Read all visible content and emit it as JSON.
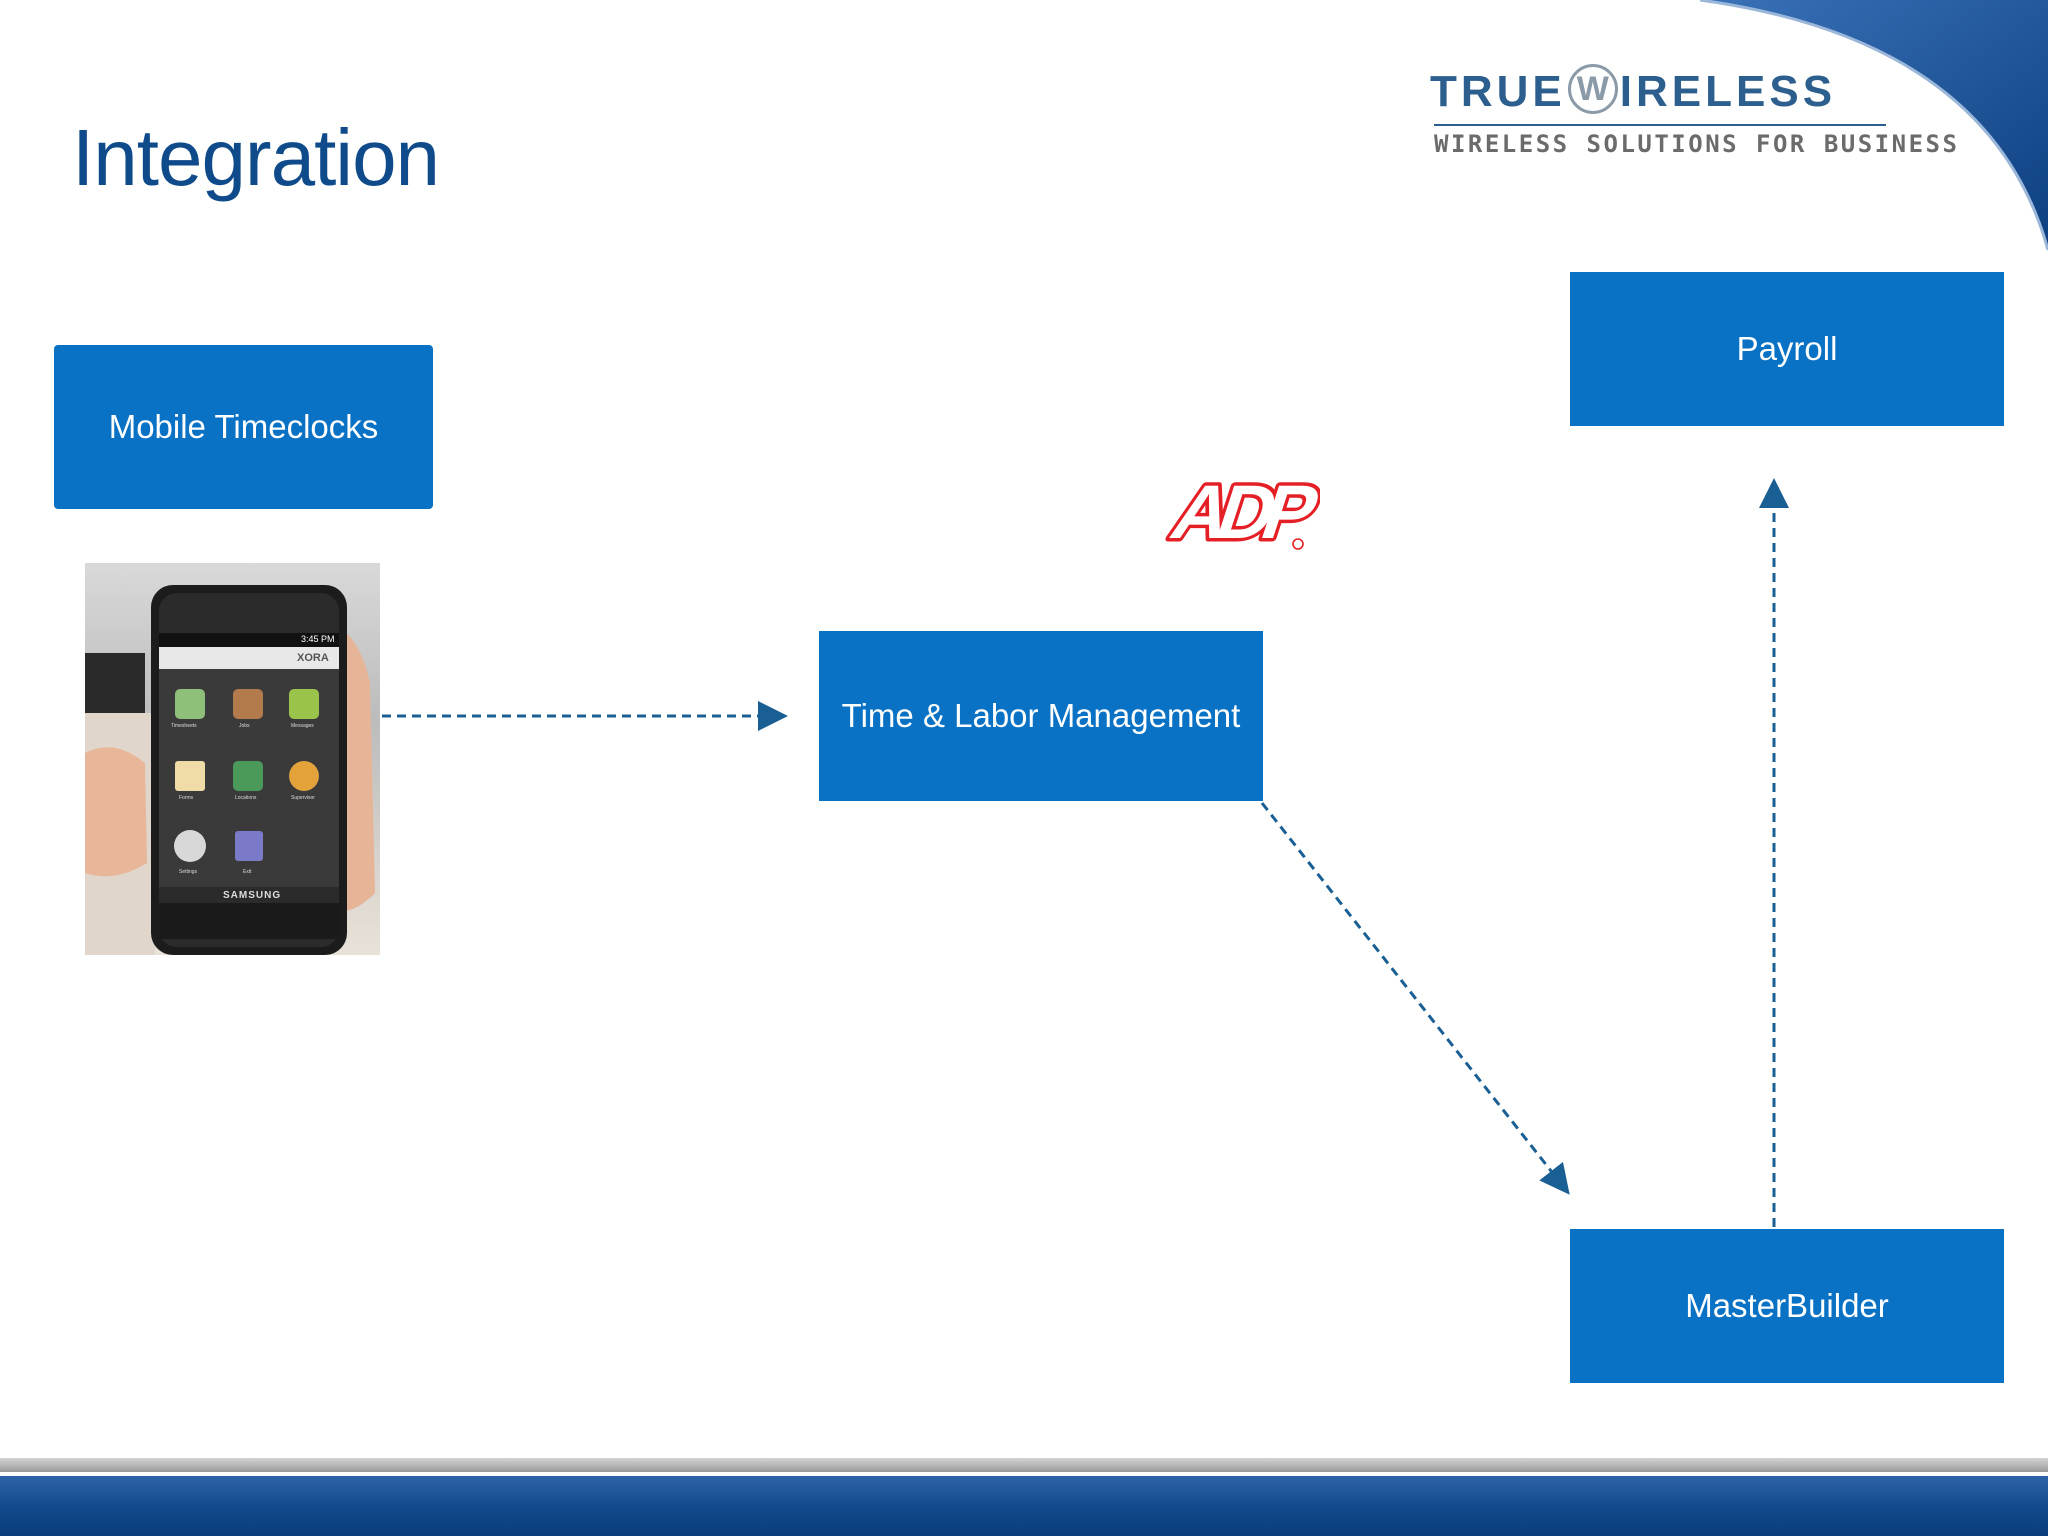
{
  "slide": {
    "title": "Integration"
  },
  "logo": {
    "prefix": "TRUE",
    "w": "W",
    "suffix": "IRELESS",
    "tagline": "WIRELESS SOLUTIONS FOR BUSINESS"
  },
  "adp_logo": {
    "text": "ADP"
  },
  "phone": {
    "status_time": "3:45 PM",
    "app_name": "XORA",
    "brand": "SAMSUNG",
    "apps": [
      "Timesheets",
      "Jobs",
      "Messages",
      "Forms",
      "Locations",
      "Supervisor",
      "Settings",
      "Exit"
    ]
  },
  "diagram": {
    "nodes": [
      {
        "id": "timeclocks",
        "label": "Mobile Timeclocks"
      },
      {
        "id": "tlm",
        "label": "Time & Labor Management"
      },
      {
        "id": "payroll",
        "label": "Payroll"
      },
      {
        "id": "masterbuilder",
        "label": "MasterBuilder"
      }
    ],
    "edges": [
      {
        "from": "timeclocks",
        "to": "tlm",
        "style": "dashed"
      },
      {
        "from": "tlm",
        "to": "masterbuilder",
        "style": "dashed"
      },
      {
        "from": "masterbuilder",
        "to": "payroll",
        "style": "dashed"
      }
    ]
  },
  "colors": {
    "title": "#0f4a8a",
    "box_fill": "#0a72c5",
    "box_text": "#ffffff",
    "arrow": "#1a5f94",
    "adp_red": "#e41f26",
    "footer_blue": "#134a8e"
  }
}
